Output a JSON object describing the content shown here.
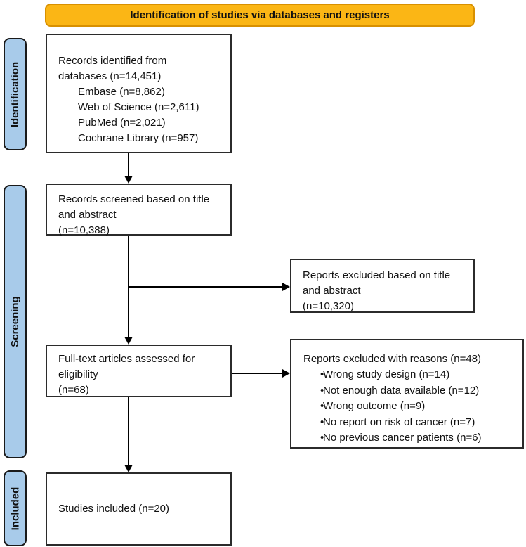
{
  "banner": {
    "label": "Identification of studies via databases and registers"
  },
  "sidebar": {
    "items": [
      {
        "label": "Identification"
      },
      {
        "label": "Screening"
      },
      {
        "label": "Included"
      }
    ]
  },
  "boxes": {
    "records_identified": {
      "lines": [
        "Records identified from",
        "databases (n=14,451)"
      ],
      "sub_items": [
        "Embase (n=8,862)",
        "Web of Science (n=2,611)",
        "PubMed (n=2,021)",
        "Cochrane Library (n=957)"
      ]
    },
    "records_screened": {
      "lines": [
        "Records screened based on title",
        "and abstract",
        "(n=10,388)"
      ]
    },
    "reports_excluded_title_abstract": {
      "lines": [
        "Reports excluded based on title",
        "and abstract",
        "(n=10,320)"
      ]
    },
    "fulltext_assessed": {
      "lines": [
        "Full-text articles assessed for",
        "eligibility",
        "(n=68)"
      ]
    },
    "reports_excluded_reasons": {
      "title": "Reports excluded with reasons (n=48)",
      "bullet_char": "•",
      "bullets": [
        "Wrong study design (n=14)",
        "Not enough data available (n=12)",
        "Wrong outcome (n=9)",
        "No report on risk of cancer (n=7)",
        "No previous cancer patients (n=6)"
      ]
    },
    "studies_included": {
      "label": "Studies included (n=20)"
    }
  },
  "colors": {
    "banner_fill": "#FBB615",
    "banner_border": "#D89000",
    "stage_fill": "#A8CBEA",
    "box_border": "#2b2b2b",
    "arrow": "#000000"
  }
}
